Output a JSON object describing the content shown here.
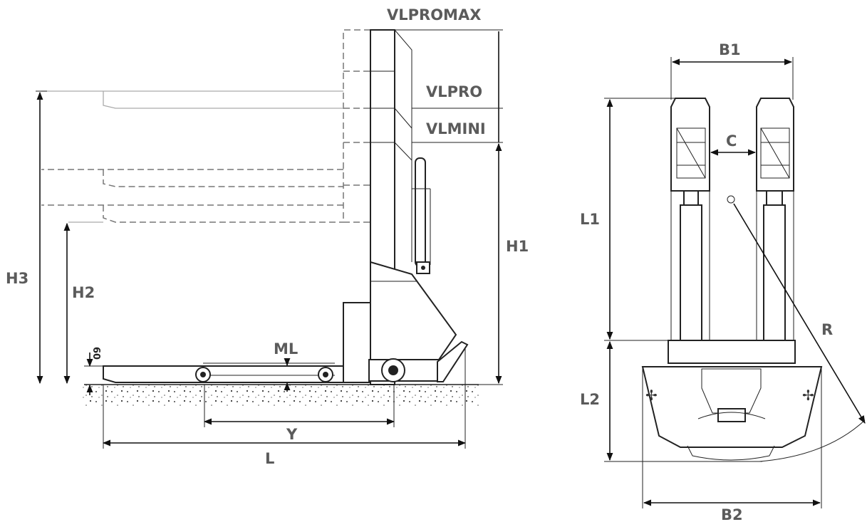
{
  "diagram": {
    "labels": {
      "vlpromax": "VLPROMAX",
      "vlpro": "VLPRO",
      "vlmini": "VLMINI",
      "h1": "H1",
      "h2": "H2",
      "h3": "H3",
      "ml": "ML",
      "y": "Y",
      "l": "L",
      "sixty": "60",
      "b1": "B1",
      "b2": "B2",
      "c": "C",
      "l1": "L1",
      "l2": "L2",
      "r": "R"
    },
    "colors": {
      "label": "#5b5b5b",
      "line": "#222222",
      "dashed": "#777777"
    }
  }
}
